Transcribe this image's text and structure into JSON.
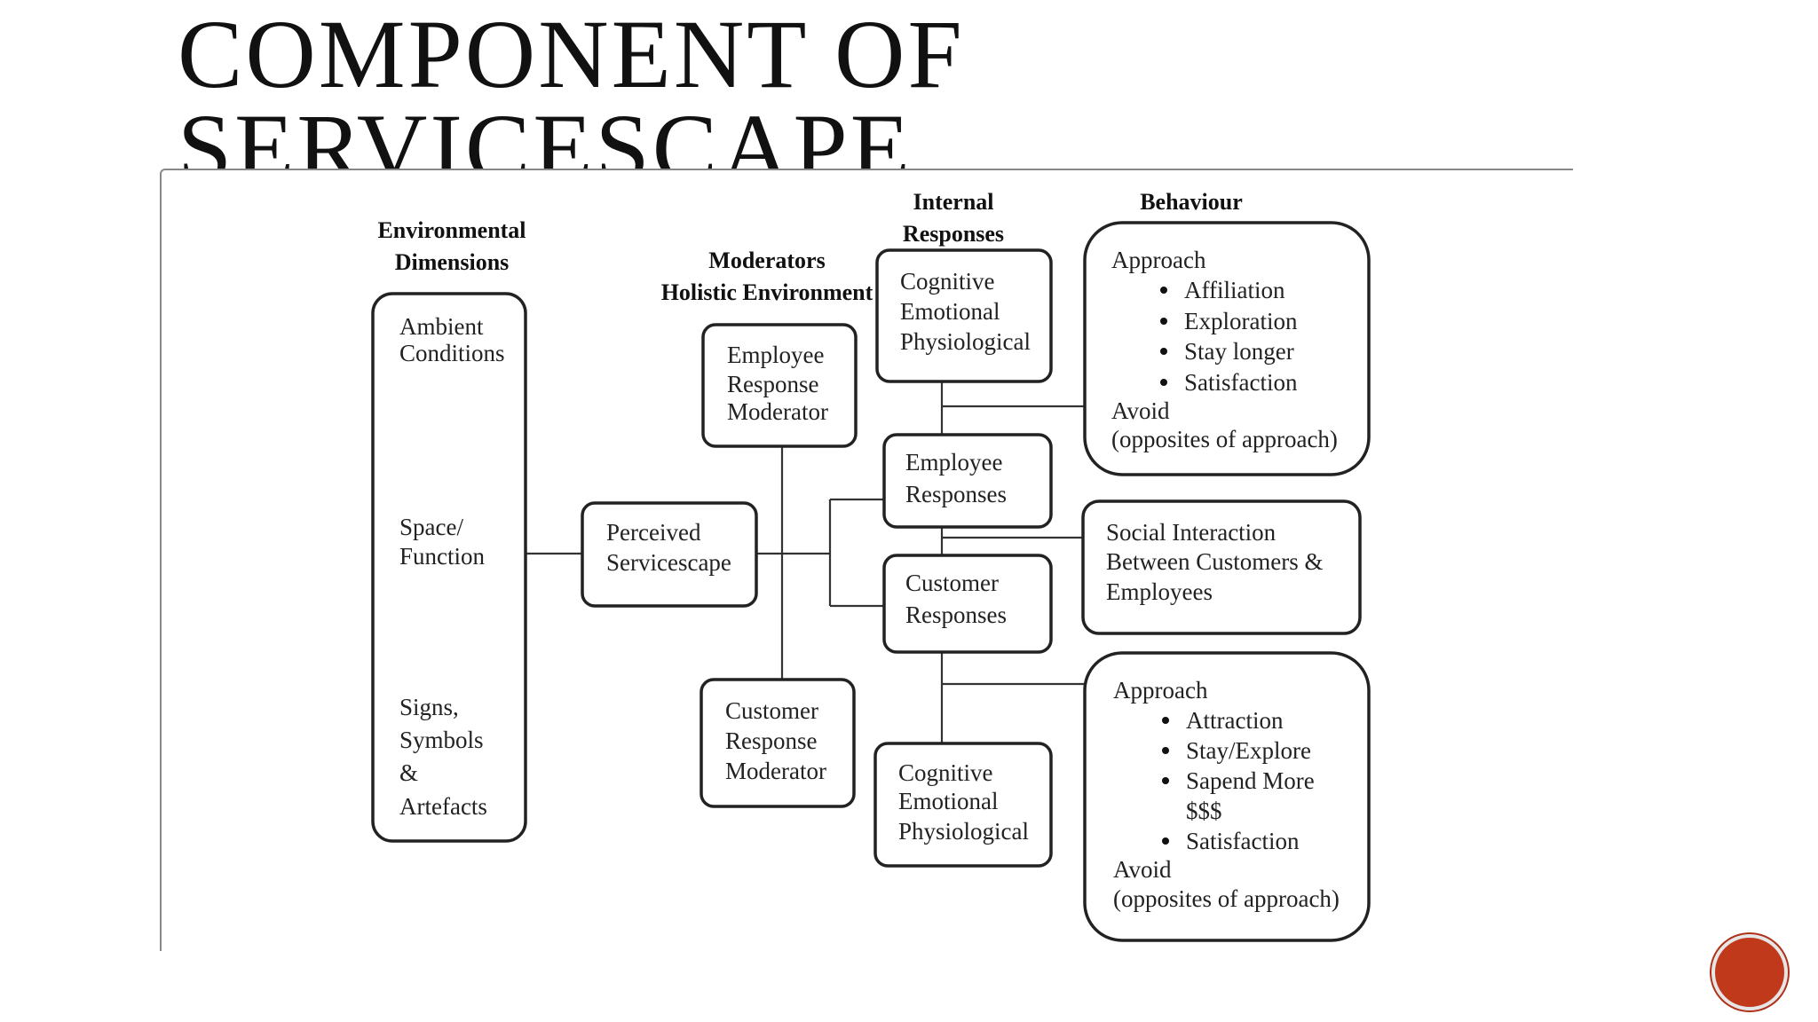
{
  "slide": {
    "title_line1": "COMPONENT OF",
    "title_line2": "SERVICESCAPE"
  },
  "headers": {
    "env_line1": "Environmental",
    "env_line2": "Dimensions",
    "mod_line1": "Moderators",
    "mod_line2": "Holistic Environment",
    "int_line1": "Internal",
    "int_line2": "Responses",
    "beh": "Behaviour"
  },
  "env": {
    "ambient_1": "Ambient",
    "ambient_2": "Conditions",
    "space_1": "Space/",
    "space_2": "Function",
    "signs_1": "Signs,",
    "signs_2": "Symbols",
    "signs_3": "&",
    "signs_4": "Artefacts"
  },
  "perceived": {
    "l1": "Perceived",
    "l2": "Servicescape"
  },
  "emp_mod": {
    "l1": "Employee",
    "l2": "Response",
    "l3": "Moderator"
  },
  "cust_mod": {
    "l1": "Customer",
    "l2": "Response",
    "l3": "Moderator"
  },
  "int_top": {
    "l1": "Cognitive",
    "l2": "Emotional",
    "l3": "Physiological"
  },
  "emp_resp": {
    "l1": "Employee",
    "l2": "Responses"
  },
  "cust_resp": {
    "l1": "Customer",
    "l2": "Responses"
  },
  "int_bot": {
    "l1": "Cognitive",
    "l2": "Emotional",
    "l3": "Physiological"
  },
  "beh_top": {
    "approach": "Approach",
    "items": [
      "Affiliation",
      "Exploration",
      "Stay longer",
      "Satisfaction"
    ],
    "avoid": "Avoid",
    "avoid_note": "(opposites of approach)"
  },
  "social": {
    "l1": "Social Interaction",
    "l2": "Between Customers &",
    "l3": "Employees"
  },
  "beh_bot": {
    "approach": "Approach",
    "items": [
      "Attraction",
      "Stay/Explore",
      "Sapend More",
      "$$$",
      "Satisfaction"
    ],
    "avoid": "Avoid",
    "avoid_note": "(opposites of approach)"
  }
}
